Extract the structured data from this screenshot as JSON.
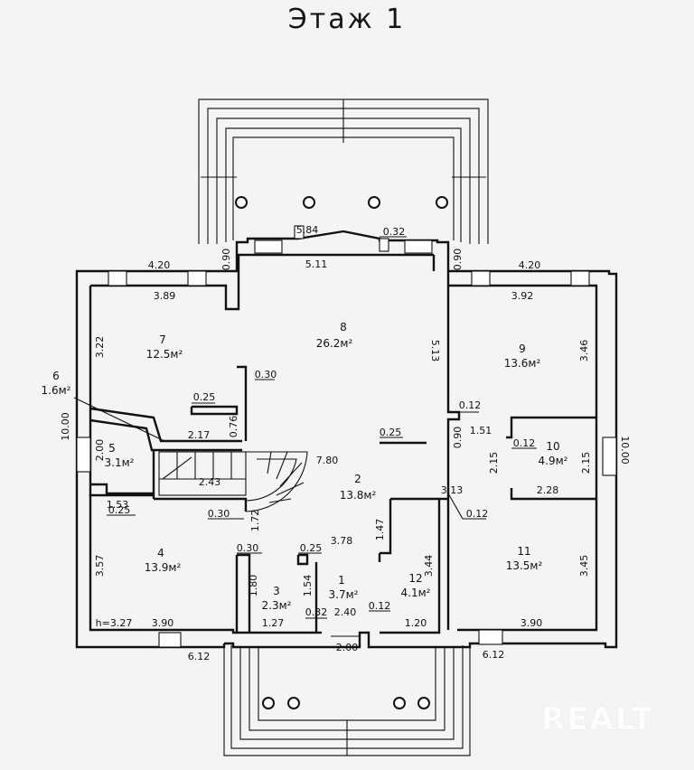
{
  "title": "Этаж 1",
  "watermark": "REALT",
  "rooms": [
    {
      "number": "1",
      "area": "3.7м²"
    },
    {
      "number": "2",
      "area": "13.8м²"
    },
    {
      "number": "3",
      "area": "2.3м²"
    },
    {
      "number": "4",
      "area": "13.9м²"
    },
    {
      "number": "5",
      "area": "3.1м²"
    },
    {
      "number": "6",
      "area": "1.6м²"
    },
    {
      "number": "7",
      "area": "12.5м²"
    },
    {
      "number": "8",
      "area": "26.2м²"
    },
    {
      "number": "9",
      "area": "13.6м²"
    },
    {
      "number": "10",
      "area": "4.9м²"
    },
    {
      "number": "11",
      "area": "13.5м²"
    },
    {
      "number": "12",
      "area": "4.1м²"
    }
  ],
  "dimensions": [
    "4.20",
    "3.89",
    "0.90",
    "5.84",
    "5.11",
    "0.32",
    "0.90",
    "4.20",
    "3.92",
    "3.22",
    "10.00",
    "0.30",
    "0.25",
    "2.17",
    "0.76",
    "5.13",
    "3.46",
    "0.12",
    "1.51",
    "0.25",
    "0.90",
    "2.00",
    "2.43",
    "7.80",
    "2.15",
    "0.12",
    "2.15",
    "10.00",
    "1.53",
    "0.25",
    "0.30",
    "1.72",
    "3.13",
    "2.28",
    "0.12",
    "1.47",
    "3.78",
    "3.57",
    "0.30",
    "0.25",
    "3.44",
    "3.45",
    "1.80",
    "1.54",
    "0.32",
    "2.40",
    "0.12",
    "h=3.27",
    "3.90",
    "1.27",
    "1.20",
    "3.90",
    "6.12",
    "2.00",
    "6.12"
  ]
}
